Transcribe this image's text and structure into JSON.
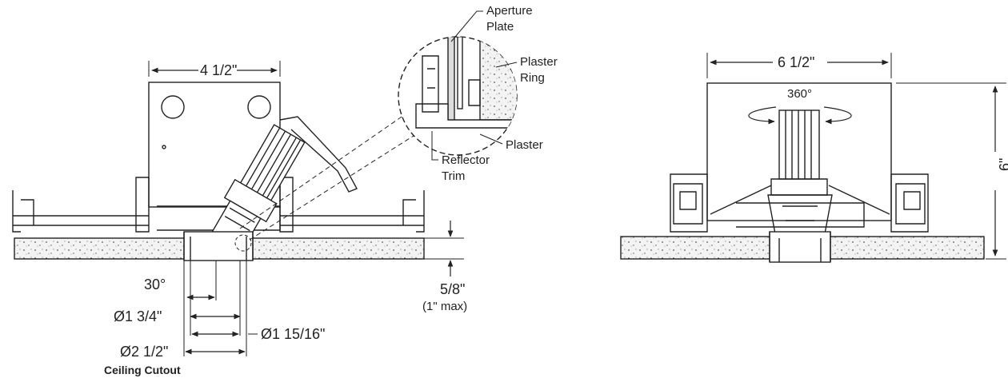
{
  "left_view": {
    "width_label": "4 1/2\"",
    "angle_label": "30°",
    "ceiling_thickness": "5/8\"",
    "ceiling_max": "(1\" max)",
    "dia_small": "Ø1 3/4\"",
    "dia_mid": "Ø1 15/16\"",
    "dia_large": "Ø2 1/2\"",
    "cutout_label": "Ceiling Cutout"
  },
  "detail_callout": {
    "aperture": [
      "Aperture",
      "Plate"
    ],
    "plaster_ring": [
      "Plaster",
      "Ring"
    ],
    "plaster": "Plaster",
    "reflector": [
      "Reflector",
      "Trim"
    ]
  },
  "right_view": {
    "width_label": "6 1/2\"",
    "height_label": "6\"",
    "rotation_label": "360°"
  },
  "colors": {
    "line": "#222222",
    "ceiling_fill": "#f0f0f0"
  }
}
